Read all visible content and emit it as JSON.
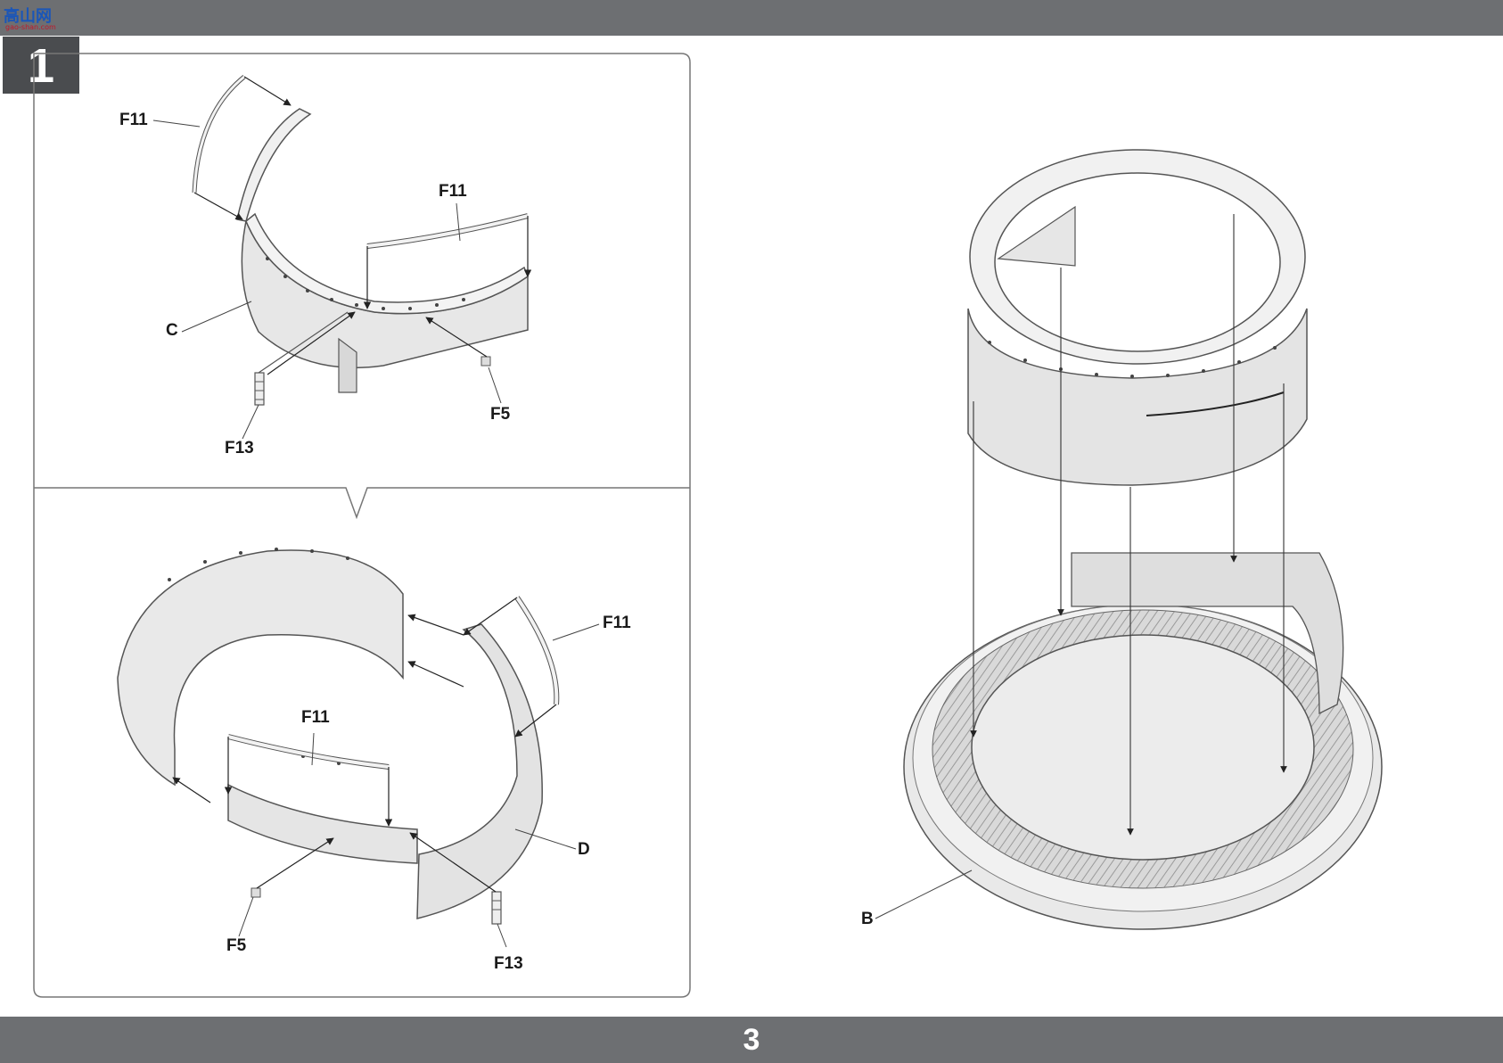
{
  "header": {
    "logo_text": "高山网",
    "logo_url": "gao-shan.com"
  },
  "step": {
    "number": "1"
  },
  "subassembly_1": {
    "labels": {
      "f11_left": "F11",
      "f11_right": "F11",
      "c": "C",
      "f13": "F13",
      "f5": "F5"
    }
  },
  "subassembly_2": {
    "labels": {
      "f11_right": "F11",
      "f11_inner": "F11",
      "d": "D",
      "f5": "F5",
      "f13": "F13"
    }
  },
  "main_assembly": {
    "labels": {
      "b": "B"
    }
  },
  "footer": {
    "page_number": "3"
  },
  "colors": {
    "bar": "#6d6f72",
    "badge": "#4a4c4f",
    "part_fill": "#e6e6e6",
    "part_stroke": "#555555"
  }
}
